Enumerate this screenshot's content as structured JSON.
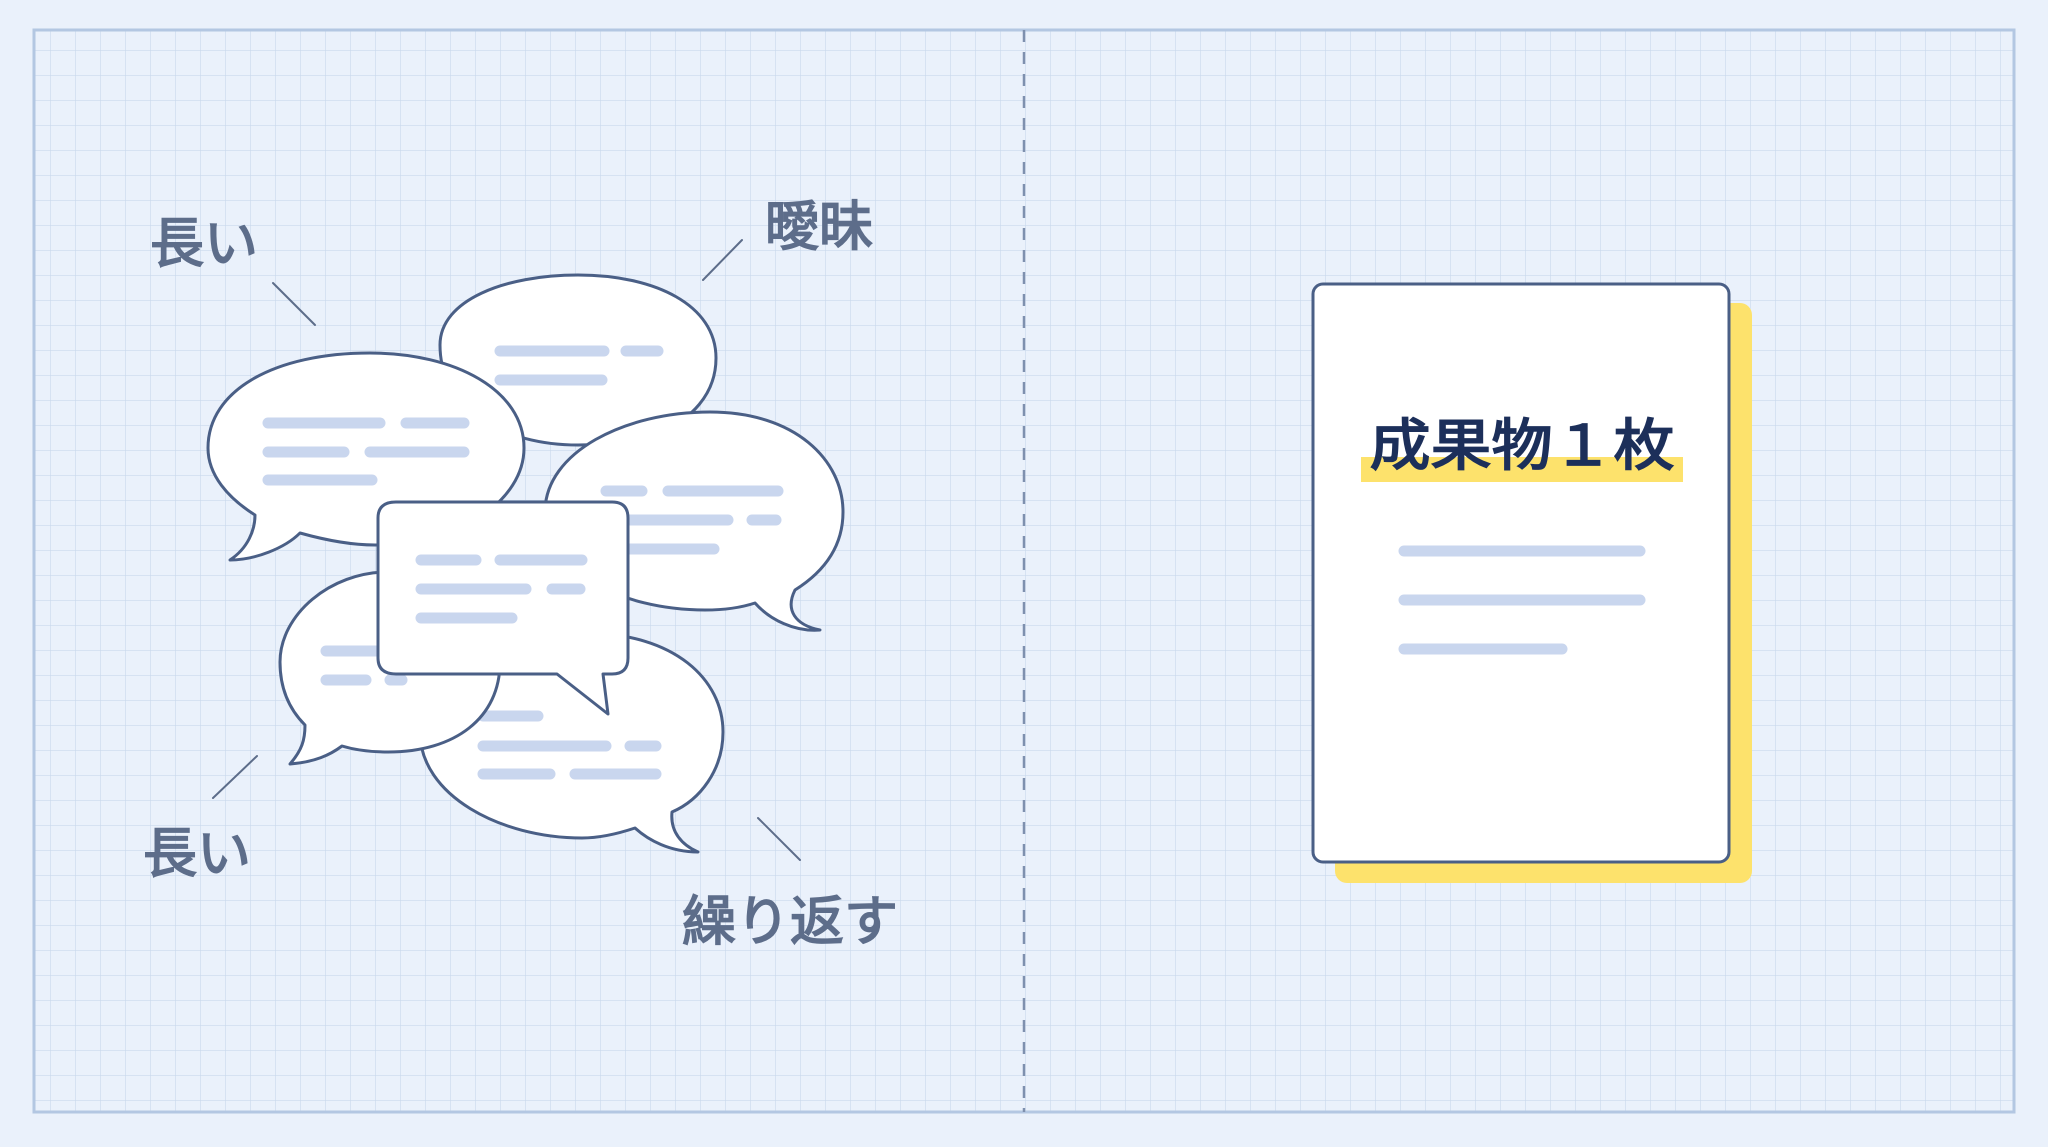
{
  "labels": {
    "top_left": "長い",
    "top_right": "曖昧",
    "bottom_left": "長い",
    "bottom_right": "繰り返す"
  },
  "document": {
    "title": "成果物１枚"
  },
  "colors": {
    "background": "#eaf1fb",
    "grid_line": "#c9d8ec",
    "frame": "#b3c7e2",
    "outline": "#4a5f86",
    "text_line": "#c9d6ee",
    "label_text": "#5d6d8a",
    "title_text": "#1c2f5a",
    "highlight": "#fde26c",
    "paper": "#ffffff"
  },
  "icons": {
    "bubbles": "speech-bubble-icon",
    "document": "document-icon"
  }
}
